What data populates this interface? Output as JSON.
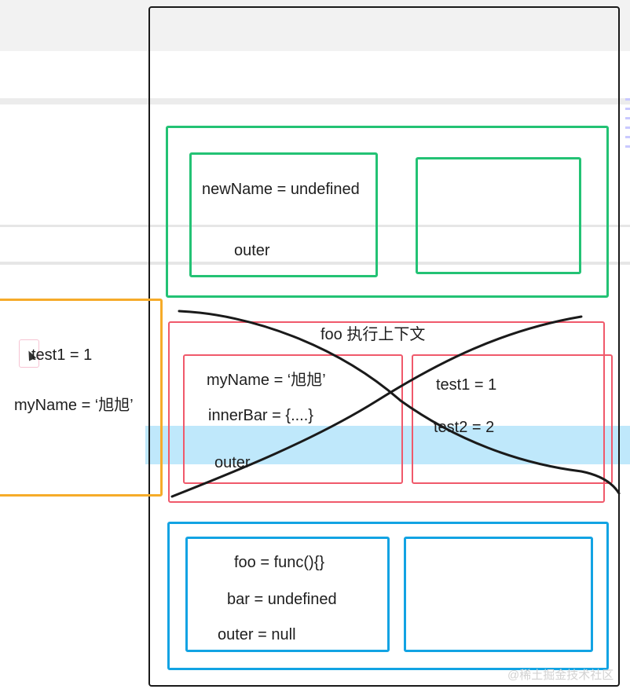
{
  "global_context": {
    "variables": [
      "newName = undefined",
      "outer"
    ]
  },
  "foo_context": {
    "title": "foo 执行上下文",
    "variable_env": [
      "myName = ‘旭旭’",
      "innerBar = {....}",
      "outer"
    ],
    "lexical_env": [
      "test1 = 1",
      "test2 = 2"
    ]
  },
  "bottom_context": {
    "variables": [
      "foo = func(){}",
      "bar = undefined",
      "outer = null"
    ]
  },
  "closure": {
    "variables": [
      "test1 = 1",
      "myName = ‘旭旭’"
    ]
  },
  "watermark": "@稀土掘金技术社区",
  "colors": {
    "green": "#23c274",
    "red": "#f0596b",
    "blue": "#12a3e3",
    "orange": "#f6ab29",
    "highlight": "#bfe8fb"
  }
}
